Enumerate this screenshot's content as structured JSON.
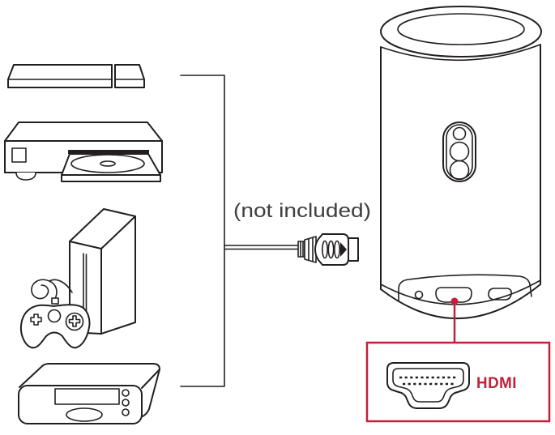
{
  "diagram": {
    "kind": "projector-hdmi-connection-diagram",
    "labels": {
      "not_included": "(not included)",
      "hdmi_port": "HDMI"
    },
    "colors": {
      "line": "#231f20",
      "note_text": "#3f3f41",
      "accent_red": "#c41f3a",
      "background": "#ffffff"
    },
    "source_devices": [
      {
        "id": "streaming-stick"
      },
      {
        "id": "dvd-player"
      },
      {
        "id": "game-console"
      },
      {
        "id": "set-top-box"
      }
    ],
    "cable": {
      "id": "hdmi-cable"
    },
    "target_device": {
      "id": "portable-projector",
      "ports": [
        "aux-port",
        "hdmi-port",
        "usb-port"
      ]
    },
    "callout": {
      "highlighted_port": "HDMI"
    }
  }
}
